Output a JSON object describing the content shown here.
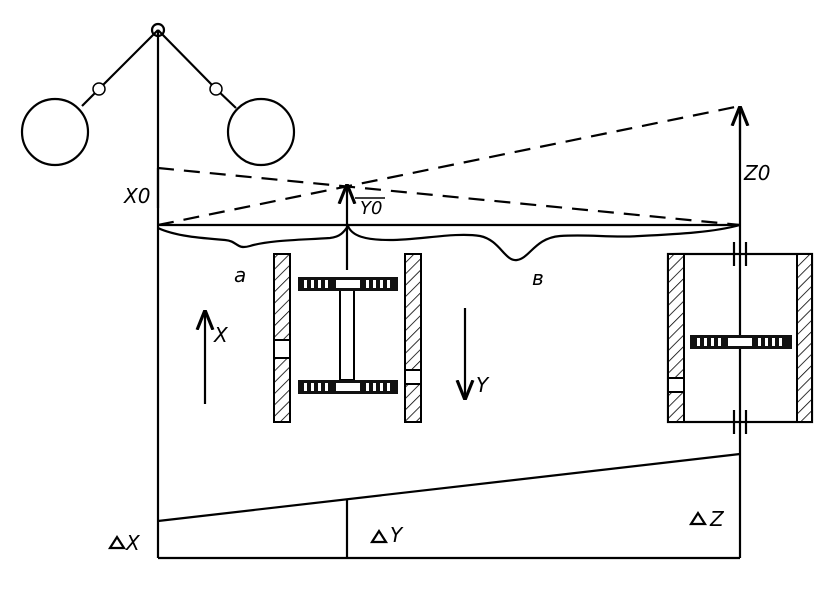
{
  "labels": {
    "x0": "X0",
    "y0": "Y0",
    "z0": "Z0",
    "a": "a",
    "b": "в",
    "x": "X",
    "y": "Y",
    "delta_x": "X",
    "delta_y": "Y",
    "delta_z": "Z"
  },
  "colors": {
    "line": "#000000",
    "background": "#ffffff"
  }
}
